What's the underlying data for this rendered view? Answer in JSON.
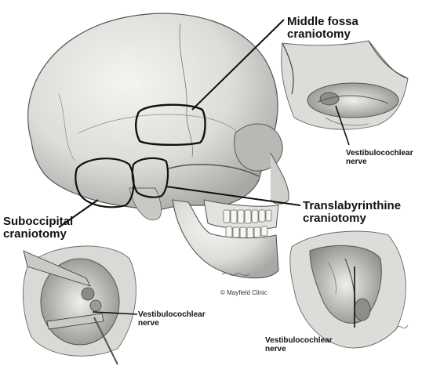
{
  "labels": {
    "middle_fossa": [
      "Middle fossa",
      "craniotomy"
    ],
    "translabyrinthine": [
      "Translabyrinthine",
      "craniotomy"
    ],
    "suboccipital": [
      "Suboccipital",
      "craniotomy"
    ],
    "nerve_top_right": [
      "Vestibulocochlear",
      "nerve"
    ],
    "nerve_bottom_left": [
      "Vestibulocochlear",
      "nerve"
    ],
    "nerve_bottom_right": [
      "Vestibulocochlear",
      "nerve"
    ],
    "copyright": "© Mayfield Clinic"
  },
  "colors": {
    "ink": "#111111",
    "bone": "#e8e8e6",
    "shadow": "#9a9a96",
    "tissue": "#bdbdb8"
  }
}
